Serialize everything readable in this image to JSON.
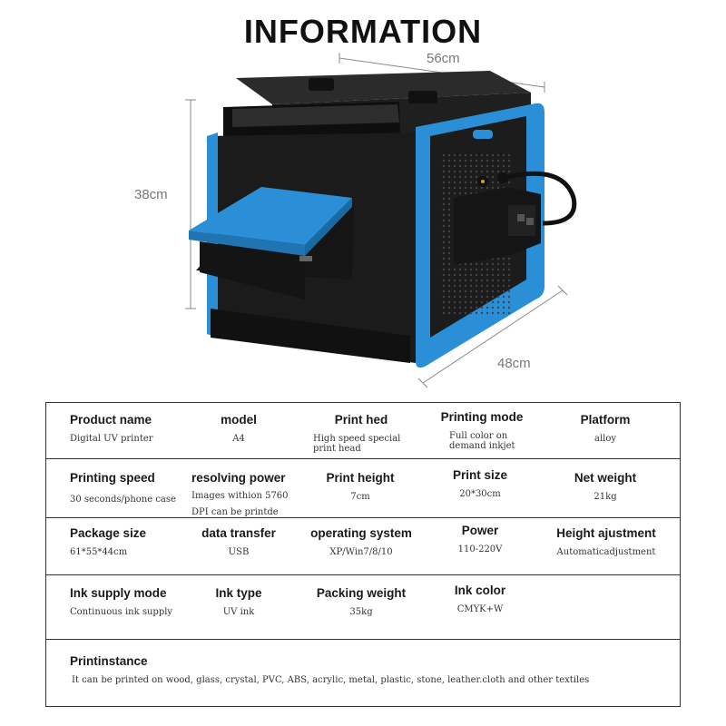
{
  "title": "INFORMATION",
  "dimensions": {
    "width": "56cm",
    "height": "38cm",
    "depth": "48cm"
  },
  "colors": {
    "accent_blue": "#2a8fd6",
    "body_black": "#1b1b1b",
    "border": "#333333"
  },
  "specs": [
    [
      {
        "label": "Product name",
        "value": "Digital UV printer"
      },
      {
        "label": "model",
        "value": "A4"
      },
      {
        "label": "Print hed",
        "value": "High speed special print head"
      },
      {
        "label": "Printing mode",
        "value": "Full color on demand inkjet"
      },
      {
        "label": "Platform",
        "value": "alloy"
      }
    ],
    [
      {
        "label": "Printing speed",
        "value": "30 seconds/phone case"
      },
      {
        "label": "resolving power",
        "value": "Images withion 5760 DPI can be printde"
      },
      {
        "label": "Print height",
        "value": "7cm"
      },
      {
        "label": "Print size",
        "value": "20*30cm"
      },
      {
        "label": "Net weight",
        "value": "21kg"
      }
    ],
    [
      {
        "label": "Package size",
        "value": "61*55*44cm"
      },
      {
        "label": "data transfer",
        "value": "USB"
      },
      {
        "label": "operating system",
        "value": "XP/Win7/8/10"
      },
      {
        "label": "Power",
        "value": "110-220V"
      },
      {
        "label": "Height ajustment",
        "value": "Automaticadjustment"
      }
    ],
    [
      {
        "label": "Ink supply mode",
        "value": "Continuous ink supply"
      },
      {
        "label": "Ink type",
        "value": "UV ink"
      },
      {
        "label": "Packing weight",
        "value": "35kg"
      },
      {
        "label": "Ink color",
        "value": "CMYK+W"
      }
    ]
  ],
  "printinstance": {
    "label": "Printinstance",
    "value": "It can be printed on wood, glass, crystal, PVC, ABS, acrylic, metal, plastic, stone, leather.cloth and other textiles"
  }
}
